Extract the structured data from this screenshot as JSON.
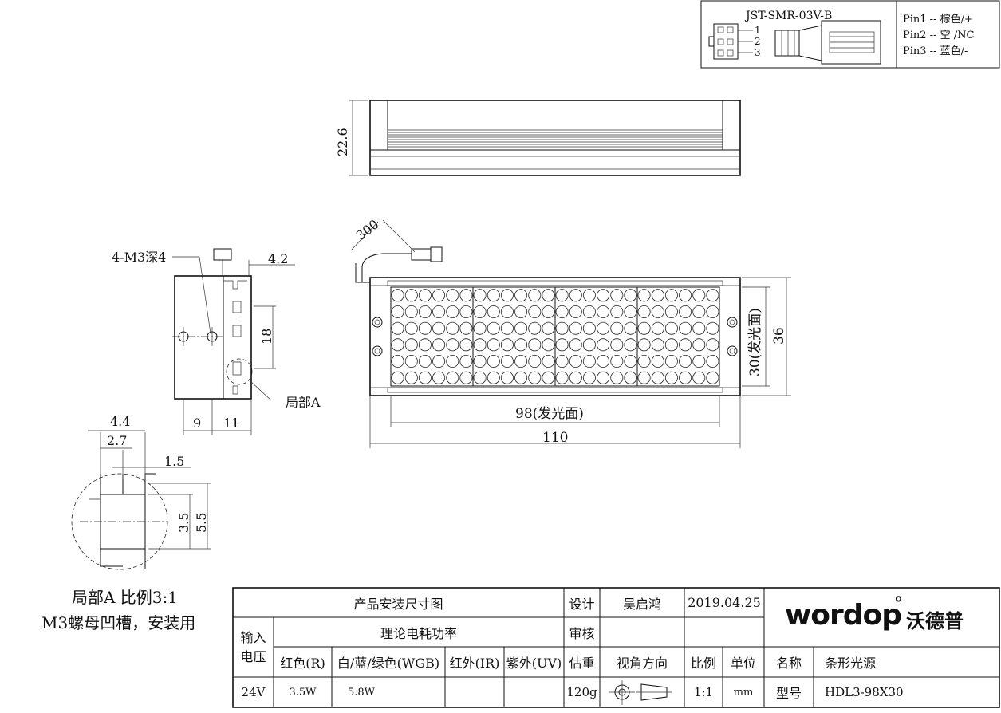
{
  "connector": {
    "part_no": "JST-SMR-03V-B",
    "pin_numbers": [
      "1",
      "2",
      "3"
    ],
    "pins": [
      "Pin1 -- 棕色/+",
      "Pin2 -- 空 /NC",
      "Pin3 -- 蓝色/-"
    ]
  },
  "top_view": {
    "height_dim": "22.6"
  },
  "side_view": {
    "thread_label": "4-M3深4",
    "dim_top": "4.2",
    "dim_slot_spacing": "18",
    "dim_9": "9",
    "dim_11": "11",
    "detail_callout": "局部A"
  },
  "detail_view": {
    "dim_4_4": "4.4",
    "dim_2_7": "2.7",
    "dim_1_5": "1.5",
    "dim_3_5": "3.5",
    "dim_5_5": "5.5",
    "caption_line1": "局部A 比例3:1",
    "caption_line2": "M3螺母凹槽，安装用"
  },
  "front_view": {
    "cable_length": "300",
    "width_emitting": "98(发光面)",
    "width_total": "110",
    "height_emitting": "30(发光面)",
    "height_total": "36",
    "led_rows": 6,
    "leds_per_module_row": 6,
    "module_count": 4
  },
  "title_block": {
    "title": "产品安装尺寸图",
    "design_label": "设计",
    "designer": "吴启鸿",
    "date": "2019.04.25",
    "review_label": "审核",
    "input_voltage_label": "输入电压",
    "power_label": "理论电耗功率",
    "col_red": "红色(R)",
    "col_wbg": "白/蓝/绿色(WGB)",
    "col_ir": "红外(IR)",
    "col_uv": "紫外(UV)",
    "weight_label": "估重",
    "view_dir_label": "视角方向",
    "scale_label": "比例",
    "unit_label": "单位",
    "name_label": "名称",
    "name_value": "条形光源",
    "voltage": "24V",
    "red_power": "3.5W",
    "wbg_power": "5.8W",
    "ir_power": "",
    "uv_power": "",
    "weight": "120g",
    "scale": "1:1",
    "unit": "mm",
    "model_label": "型号",
    "model": "HDL3-98X30",
    "logo_text": "wordop",
    "logo_cn": "沃德普",
    "logo_mark": "°"
  }
}
